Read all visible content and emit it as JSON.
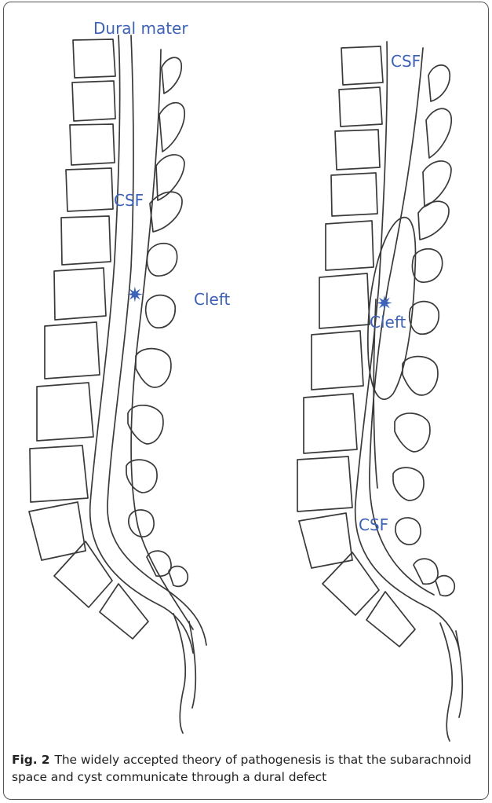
{
  "labels": {
    "left_dural_mater": "Dural mater",
    "left_csf": "CSF",
    "left_cleft": "Cleft",
    "right_csf_top": "CSF",
    "right_cleft": "Cleft",
    "right_csf_bottom": "CSF",
    "defect_marker": "✷"
  },
  "caption": {
    "fig_label": "Fig. 2",
    "text": "The widely accepted theory of pathogenesis is that the subarachnoid space and cyst communicate through a dural defect"
  },
  "colors": {
    "label": "#3d63b8",
    "line": "#3a3a3a"
  }
}
